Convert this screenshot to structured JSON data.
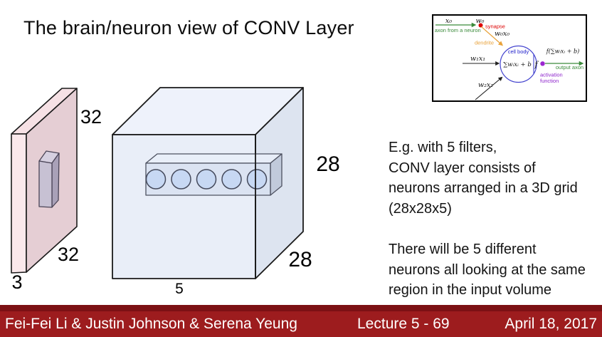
{
  "slide": {
    "title": "The brain/neuron view of CONV Layer"
  },
  "neuron_inset": {
    "x0": "x₀",
    "w0": "w₀",
    "synapse": "synapse",
    "axon_from_neuron": "axon from a neuron",
    "w0x0": "w₀x₀",
    "dendrite": "dendrite",
    "cell_body": "cell body",
    "sum_formula": "∑wᵢxᵢ + b",
    "f": "f",
    "output_formula": "f(∑wᵢxᵢ + b)",
    "output_axon": "output axon",
    "activation_line1": "activation",
    "activation_line2": "function",
    "w1x1": "w₁x₁",
    "w2x2": "w₂x₂"
  },
  "input_volume": {
    "height_label": "32",
    "width_label": "32",
    "depth_label": "3"
  },
  "conv_volume": {
    "height_label": "28",
    "width_label": "28",
    "depth_label": "5",
    "neuron_count": 5
  },
  "notes": {
    "para1": "E.g. with 5 filters,\nCONV layer consists of\nneurons arranged in a 3D grid\n(28x28x5)",
    "para2": "There will be 5 different\nneurons all looking at the same\nregion in the input volume"
  },
  "footer": {
    "authors": "Fei-Fei Li & Justin Johnson & Serena Yeung",
    "lecture": "Lecture 5 - 69",
    "date": "April 18, 2017"
  },
  "colors": {
    "footer_bar": "#9d1c1e",
    "footer_shadow": "#7c1114",
    "input_face": "#e5ced4",
    "input_front": "#fae8eb",
    "input_top": "#f6e1e5",
    "receptive_front": "#c7c1d3",
    "receptive_side": "#a9a1b8",
    "receptive_top": "#d6d0e0",
    "cube_front": "#e9eef8",
    "cube_top": "#eef2fb",
    "cube_side": "#dde4f0",
    "strip_front": "#d6dff0",
    "neuron_circle": "#c6d7f2"
  }
}
